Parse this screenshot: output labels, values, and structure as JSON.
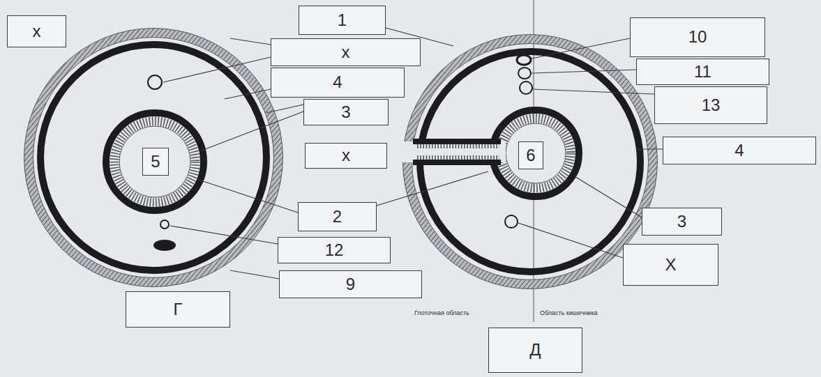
{
  "diagram": {
    "nodes": [
      {
        "text": [
          "х"
        ]
      },
      {
        "text": [
          "1"
        ]
      },
      {
        "text": [
          "х"
        ]
      },
      {
        "text": [
          "4"
        ]
      },
      {
        "text": [
          "3"
        ]
      },
      {
        "text": [
          "10"
        ]
      },
      {
        "text": [
          "11"
        ]
      },
      {
        "text": [
          "13"
        ]
      },
      {
        "text": [
          "5"
        ]
      },
      {
        "text": [
          "х"
        ]
      },
      {
        "text": [
          "6"
        ]
      },
      {
        "text": [
          "4"
        ]
      },
      {
        "text": [
          "2"
        ]
      },
      {
        "text": [
          "3"
        ]
      },
      {
        "text": [
          "12"
        ]
      },
      {
        "text": [
          "Х"
        ]
      },
      {
        "text": [
          "9"
        ]
      },
      {
        "text": [
          "Г"
        ]
      },
      {
        "text": [
          "Д"
        ]
      }
    ],
    "labels": [
      "Глоточная область",
      "Область кишечника"
    ]
  }
}
